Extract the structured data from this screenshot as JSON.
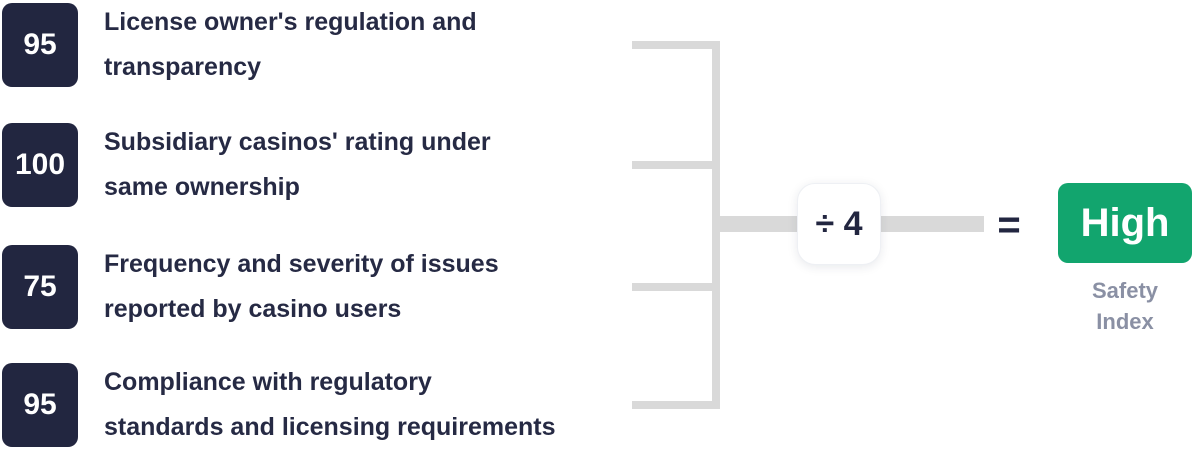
{
  "diagram": {
    "rows": [
      {
        "score": "95",
        "lines": [
          "License owner's regulation and",
          "transparency"
        ]
      },
      {
        "score": "100",
        "lines": [
          "Subsidiary casinos' rating under",
          "same ownership"
        ]
      },
      {
        "score": "75",
        "lines": [
          "Frequency and severity of issues",
          "reported by casino users"
        ]
      },
      {
        "score": "95",
        "lines": [
          "Compliance with regulatory",
          "standards and licensing requirements"
        ]
      }
    ],
    "operator": "÷ 4",
    "equals": "=",
    "result": {
      "badge": "High",
      "caption": "Safety Index"
    },
    "colors": {
      "chip_navy": "#222640",
      "bracket_gray": "#d9d9d9",
      "result_green": "#12a56e",
      "caption_gray": "#8a90a4",
      "label_text": "#262a44"
    }
  }
}
